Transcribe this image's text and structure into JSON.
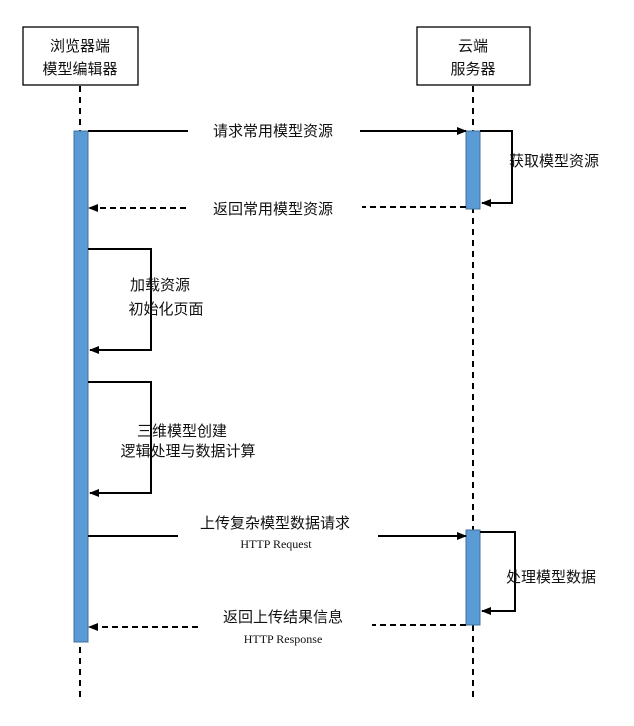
{
  "participants": {
    "browser": {
      "line1": "浏览器端",
      "line2": "模型编辑器"
    },
    "cloud": {
      "line1": "云端",
      "line2": "服务器"
    }
  },
  "messages": {
    "request_common": "请求常用模型资源",
    "get_resources": "获取模型资源",
    "return_common": "返回常用模型资源",
    "load_line1": "加载资源",
    "load_line2": "初始化页面",
    "create_line1": "三维模型创建",
    "create_line2": "逻辑处理与数据计算",
    "upload_line1": "上传复杂模型数据请求",
    "upload_line2": "HTTP Request",
    "process": "处理模型数据",
    "return_upload_line1": "返回上传结果信息",
    "return_upload_line2": "HTTP Response"
  },
  "colors": {
    "activation_fill": "#5b9bd5",
    "activation_stroke": "#41719c",
    "line": "#000000"
  }
}
